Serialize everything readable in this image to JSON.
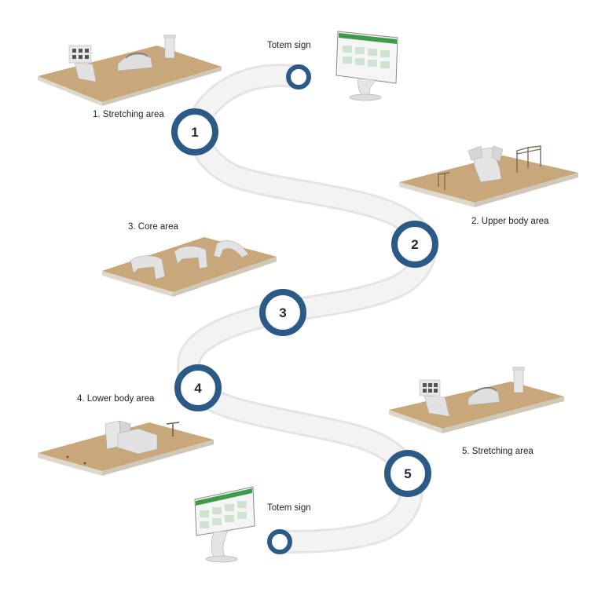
{
  "labels": {
    "totem_top": "Totem sign",
    "stretching_1": "1. Stretching area",
    "upper_body": "2. Upper body area",
    "core": "3. Core area",
    "lower_body": "4. Lower body area",
    "stretching_5": "5. Stretching area",
    "totem_bottom": "Totem sign"
  },
  "markers": [
    "1",
    "2",
    "3",
    "4",
    "5"
  ],
  "colors": {
    "path": "#eeeeee",
    "path_edge": "#e2e2e2",
    "marker_ring": "#2b5a86",
    "platform_top": "#c8a77a",
    "platform_side": "#ddd7cc",
    "equipment": "#e6e6e6",
    "screen_header": "#3f9a4a"
  }
}
